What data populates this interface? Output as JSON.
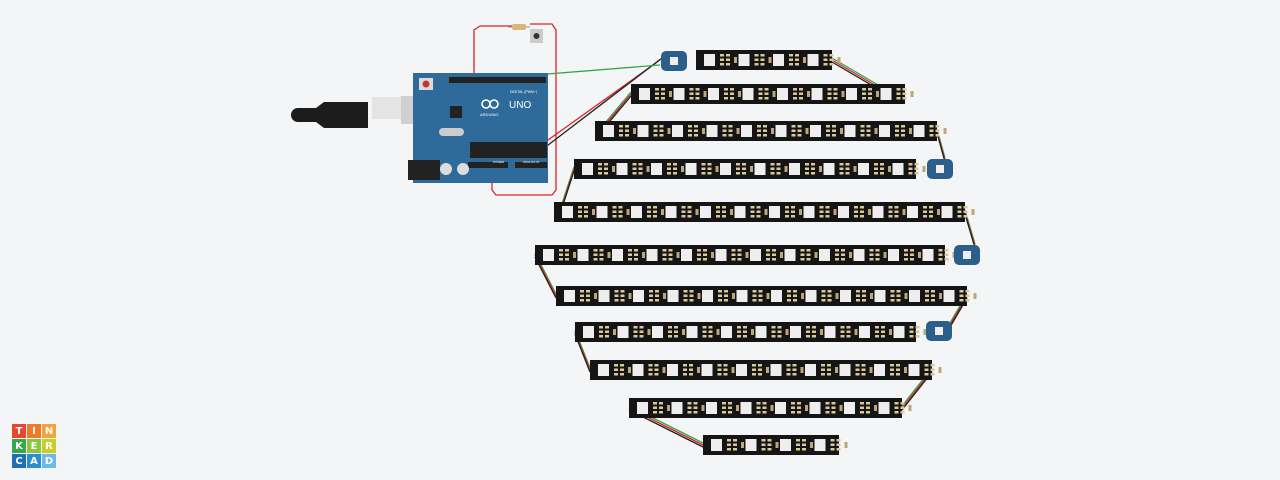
{
  "app": "Tinkercad",
  "logo": {
    "letters": [
      "T",
      "I",
      "N",
      "K",
      "E",
      "R",
      "C",
      "A",
      "D"
    ],
    "colors": [
      "#e8472f",
      "#f07a2a",
      "#f2a33a",
      "#3aa64a",
      "#8cc63f",
      "#c8cf2a",
      "#1f6fb5",
      "#2a8fd0",
      "#6fb8e6"
    ]
  },
  "board": {
    "model": "UNO",
    "brand": "ARDUINO",
    "digital_label": "DIGITAL (PWM~)",
    "power_label": "POWER",
    "analog_label": "ANALOG IN",
    "color": "#2f6b9a"
  },
  "colors": {
    "wire_power": "#d9262b",
    "wire_ground": "#222222",
    "wire_data": "#2fa84a",
    "strip": "#151515",
    "jewel": "#2c5e8c"
  }
}
